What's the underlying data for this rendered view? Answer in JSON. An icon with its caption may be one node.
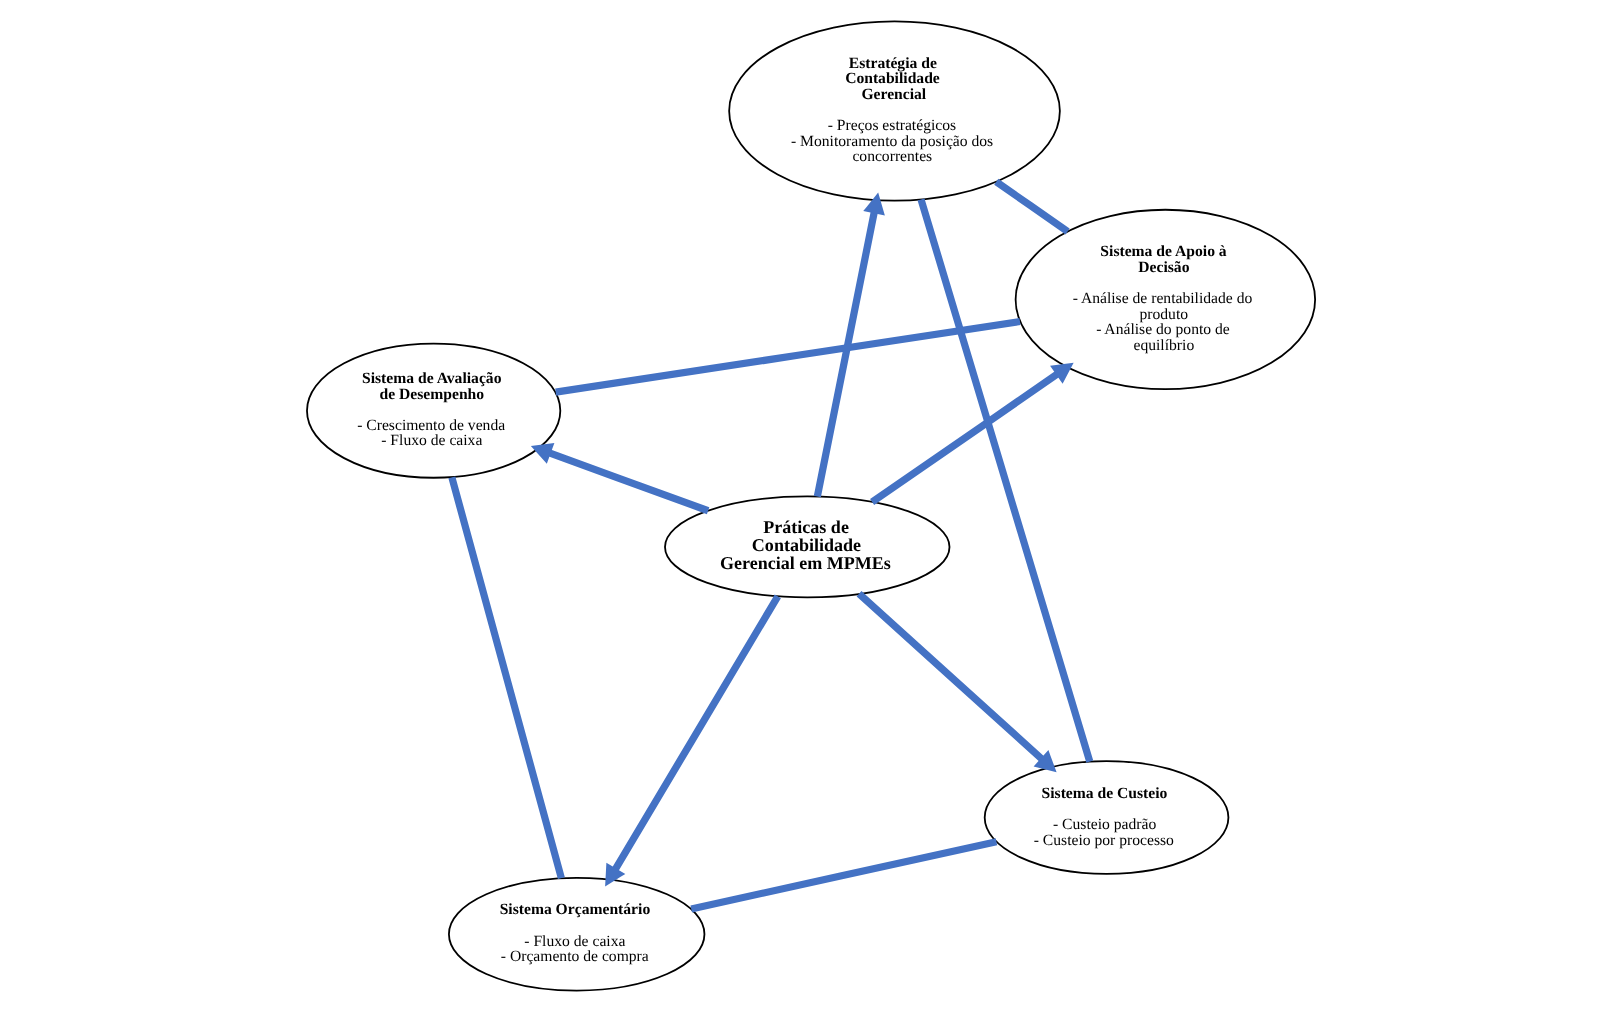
{
  "diagram": {
    "nodes": [
      {
        "text": [
          "Práticas de Contabilidade Gerencial em MPMEs"
        ]
      },
      {
        "text": [
          "Sistema de Custeio",
          "- Custeio padrão",
          "- Custeio por processo"
        ]
      },
      {
        "text": [
          "Sistema Orçamentário",
          "- Fluxo de caixa",
          "- Orçamento de compra"
        ]
      },
      {
        "text": [
          "Sistema de Avaliação de Desempenho",
          "- Crescimento de venda",
          "- Fluxo de caixa"
        ]
      },
      {
        "text": [
          "Sistema de Apoio à Decisão",
          "- Análise de rentabilidade do produto",
          "- Análise do ponto de equilíbrio"
        ]
      },
      {
        "text": [
          "Estratégia de Contabilidade Gerencial",
          "- Preços estratégicos",
          "- Monitoramento da posição dos concorrentes"
        ]
      }
    ],
    "edges": [
      {
        "from": 0,
        "to": 1,
        "arrow": "to"
      },
      {
        "from": 0,
        "to": 2,
        "arrow": "to"
      },
      {
        "from": 0,
        "to": 3,
        "arrow": "to"
      },
      {
        "from": 0,
        "to": 4,
        "arrow": "to"
      },
      {
        "from": 0,
        "to": 5,
        "arrow": "to"
      },
      {
        "from": 1,
        "to": 2,
        "arrow": "none"
      },
      {
        "from": 2,
        "to": 3,
        "arrow": "none"
      },
      {
        "from": 3,
        "to": 4,
        "arrow": "none"
      },
      {
        "from": 4,
        "to": 5,
        "arrow": "none"
      },
      {
        "from": 5,
        "to": 1,
        "arrow": "none"
      }
    ]
  }
}
